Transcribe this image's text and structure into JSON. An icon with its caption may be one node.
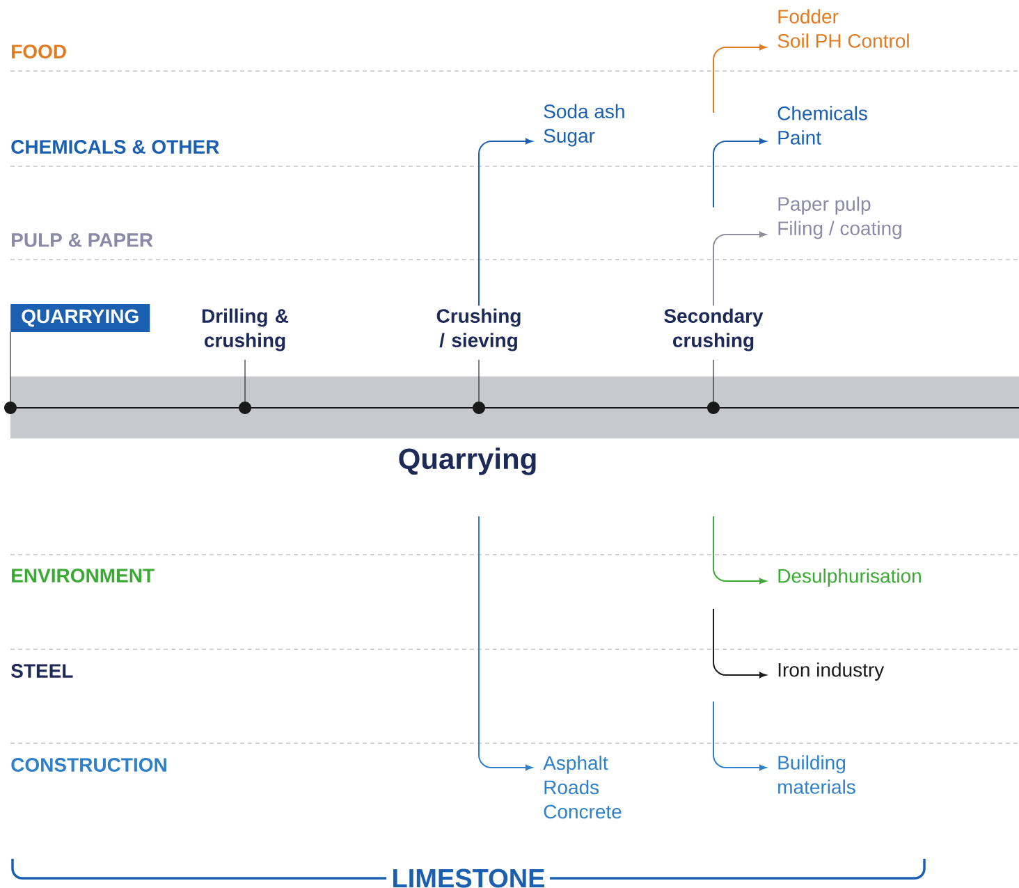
{
  "diagram": {
    "nodes": [
      {
        "text": [
          "QUARRYING"
        ]
      },
      {
        "text": [
          "Drilling & crushing"
        ]
      },
      {
        "text": [
          "Crushing / sieving"
        ]
      },
      {
        "text": [
          "Secondary crushing"
        ]
      },
      {
        "text": [
          "Soda ash",
          "Sugar"
        ]
      },
      {
        "text": [
          "Fodder",
          "Soil PH Control"
        ]
      },
      {
        "text": [
          "Chemicals",
          "Paint"
        ]
      },
      {
        "text": [
          "Paper pulp",
          "Filing / coating"
        ]
      },
      {
        "text": [
          "Desulphurisation"
        ]
      },
      {
        "text": [
          "Iron industry"
        ]
      },
      {
        "text": [
          "Asphalt",
          "Roads",
          "Concrete"
        ]
      },
      {
        "text": [
          "Building materials"
        ]
      }
    ],
    "edges": [
      {
        "from": 2,
        "to": 4,
        "arrow": "to"
      },
      {
        "from": null,
        "to": 5,
        "arrow": "to",
        "color": "#e07b21"
      },
      {
        "from": null,
        "to": 6,
        "arrow": "to"
      },
      {
        "from": 3,
        "to": 7,
        "arrow": "to",
        "color": "#8e8e9c"
      },
      {
        "from": null,
        "to": 10,
        "arrow": "to",
        "color": "#2f80c8"
      },
      {
        "from": null,
        "to": 8,
        "arrow": "to",
        "color": "#3aaa35"
      },
      {
        "from": null,
        "to": 9,
        "arrow": "to",
        "color": "#1a1a1a"
      },
      {
        "from": null,
        "to": 11,
        "arrow": "to",
        "color": "#2f80c8"
      }
    ],
    "labels": [
      "FOOD",
      "CHEMICALS & OTHER",
      "PULP & PAPER",
      "ENVIRONMENT",
      "STEEL",
      "CONSTRUCTION",
      "Quarrying",
      "LIMESTONE"
    ]
  }
}
